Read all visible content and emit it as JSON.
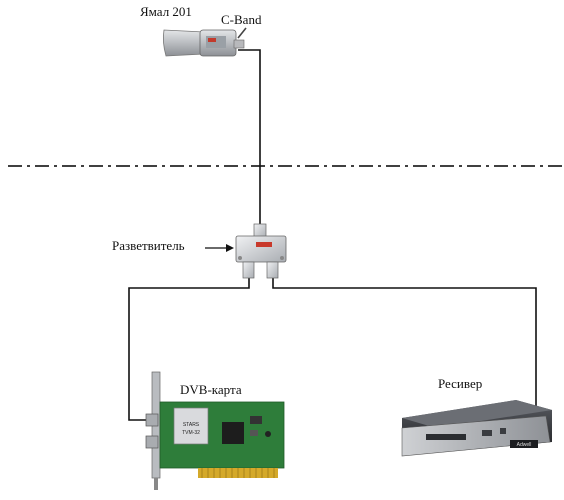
{
  "labels": {
    "satellite": "Ямал 201",
    "band": "C-Band",
    "splitter": "Разветвитель",
    "dvb_card": "DVB-карта",
    "receiver": "Ресивер"
  },
  "card_chip_text": "STARS TVM-32",
  "receiver_badge": "Adwell",
  "colors": {
    "wire": "#111111",
    "dashline": "#000000",
    "metal": "#c9ccd0",
    "pcb": "#2e7d3a",
    "receiver_body": "#2b2d31"
  }
}
